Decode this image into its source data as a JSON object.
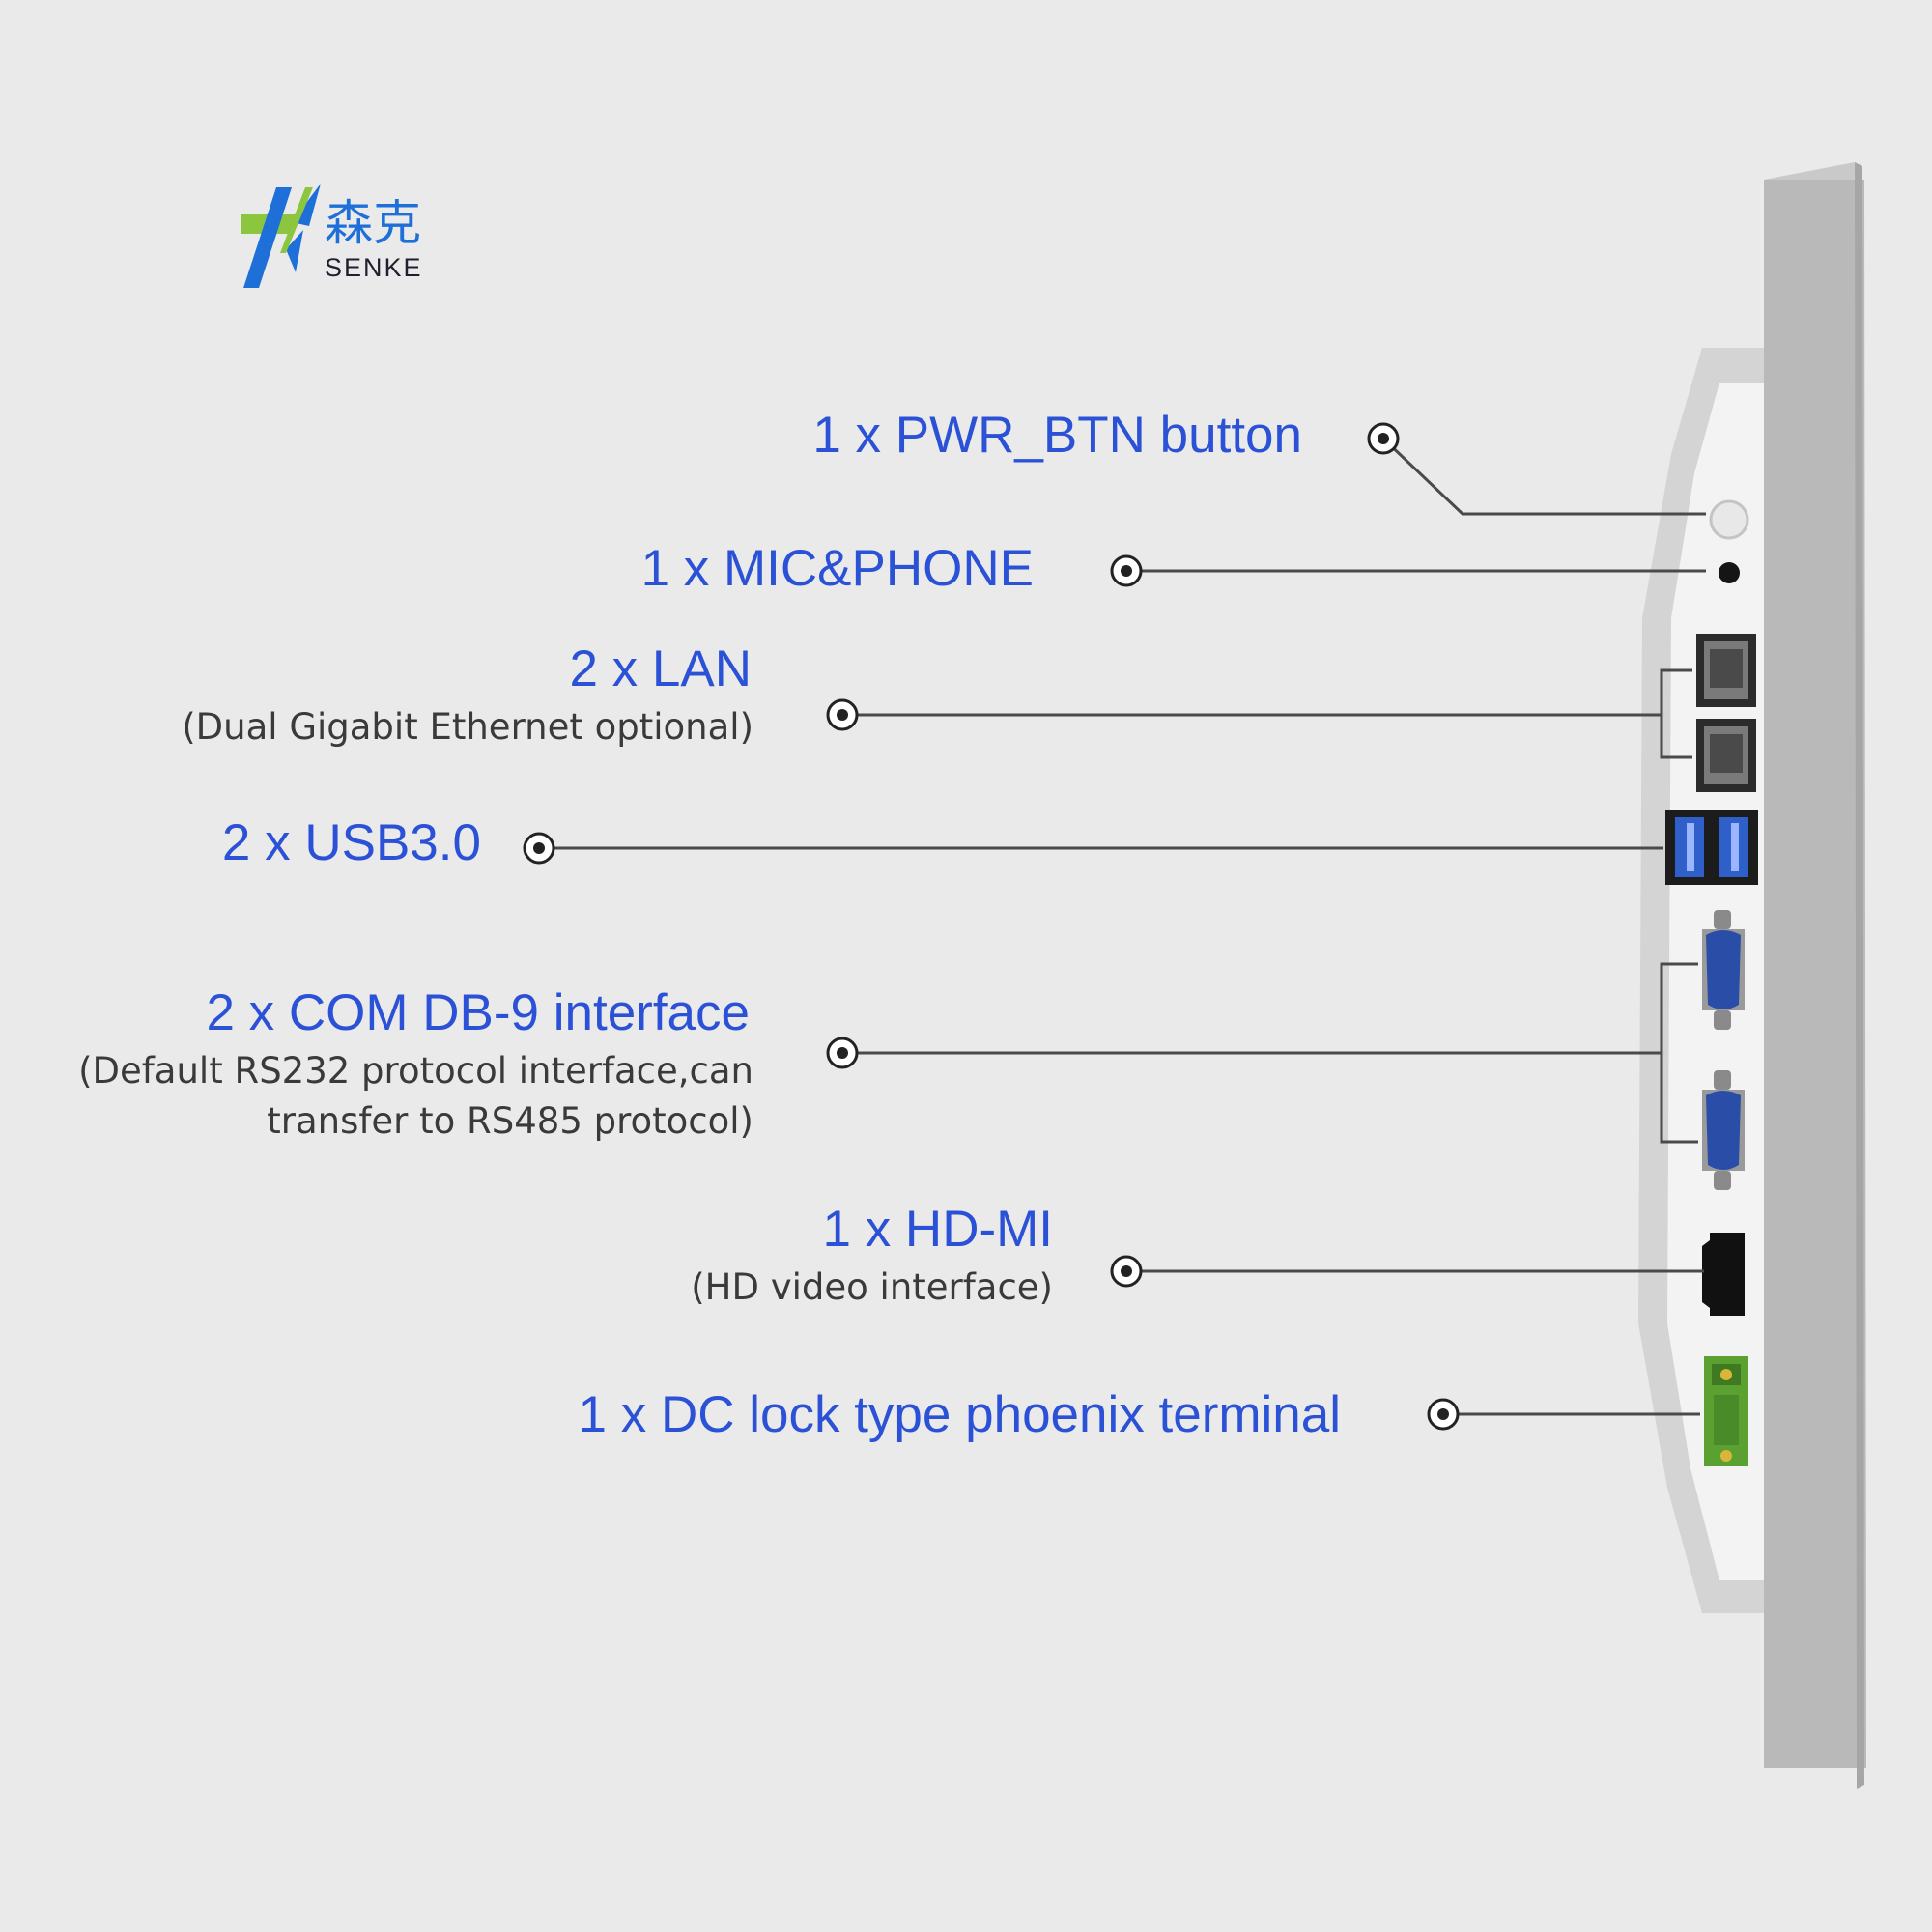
{
  "brand": {
    "name_cn": "森克",
    "name_en": "SENKE",
    "colors": {
      "blue": "#1e6fd8",
      "green": "#8cc63f"
    }
  },
  "device": {
    "frame_color": "#b9b9b9",
    "body_color": "#f2f2f2"
  },
  "callouts": [
    {
      "id": "pwr",
      "title": "1 x PWR_BTN button",
      "note": ""
    },
    {
      "id": "mic",
      "title": "1 x MIC&PHONE",
      "note": ""
    },
    {
      "id": "lan",
      "title": "2 x LAN",
      "note": "(Dual Gigabit Ethernet optional)"
    },
    {
      "id": "usb",
      "title": "2 x USB3.0",
      "note": ""
    },
    {
      "id": "com",
      "title": "2 x COM DB-9 interface",
      "note_lines": [
        "(Default RS232 protocol interface,can",
        "transfer to RS485 protocol)"
      ]
    },
    {
      "id": "hdmi",
      "title": "1 x HD-MI",
      "note": "(HD video interface)"
    },
    {
      "id": "dc",
      "title": "1 x DC lock type phoenix terminal",
      "note": ""
    }
  ],
  "colors": {
    "label": "#2b52d6",
    "note": "#3a3a3a",
    "leader_line": "#4a4a4a"
  }
}
